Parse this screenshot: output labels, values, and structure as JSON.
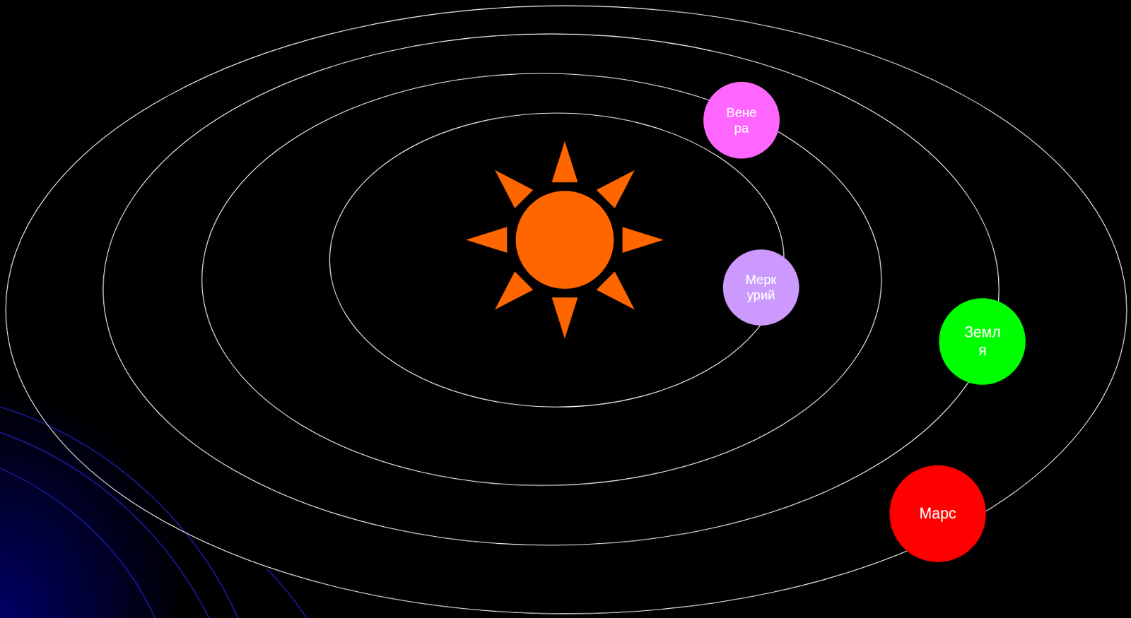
{
  "diagram": {
    "nodes": [
      {
        "text": [
          "Венера"
        ]
      },
      {
        "text": [
          "Меркурий"
        ]
      },
      {
        "text": [
          "Земля"
        ]
      },
      {
        "text": [
          "Марс"
        ]
      }
    ]
  }
}
